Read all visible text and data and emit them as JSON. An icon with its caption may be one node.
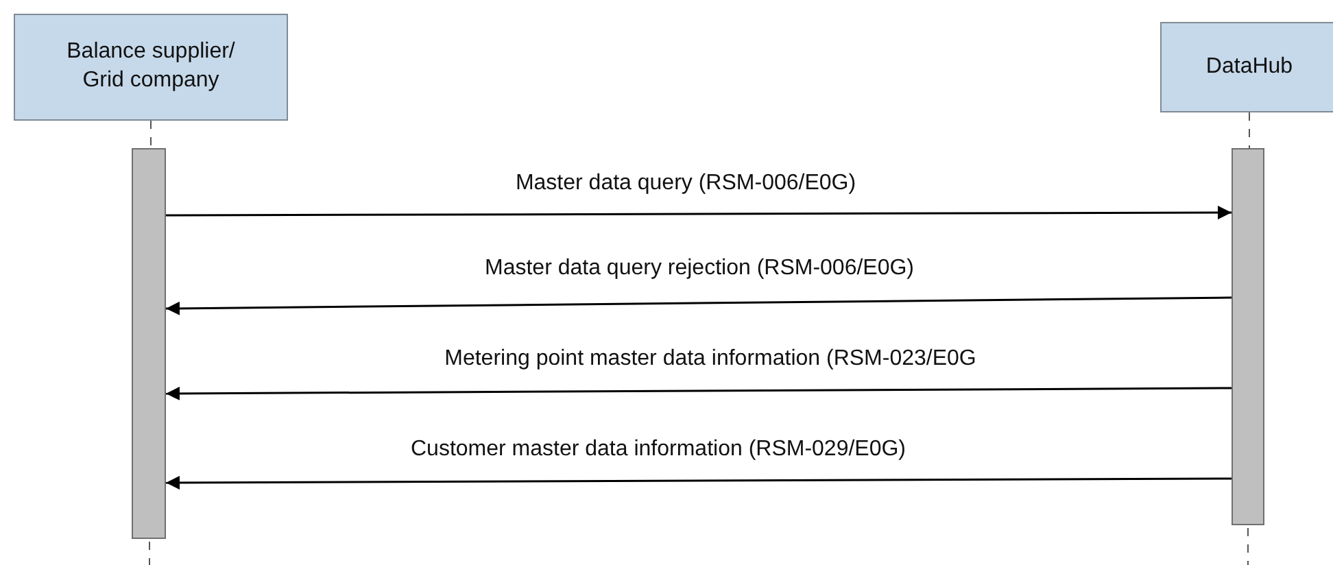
{
  "diagram": {
    "nodes": [
      {
        "text": [
          "Balance supplier/ Grid company"
        ]
      },
      {
        "text": [
          "DataHub"
        ]
      },
      {
        "text": [],
        "shape": "bar"
      },
      {
        "text": [],
        "shape": "bar"
      }
    ],
    "edges": [
      {
        "from": 0,
        "to": 2,
        "arrow": "none",
        "style": "dashed"
      },
      {
        "from": 1,
        "to": 3,
        "arrow": "none",
        "style": "dashed"
      },
      {
        "from": 2,
        "to": 3,
        "arrow": "to",
        "label": "Master data query (RSM-006/E0G)"
      },
      {
        "from": 3,
        "to": 2,
        "arrow": "to",
        "label": "Master data query rejection (RSM-006/E0G)"
      },
      {
        "from": 3,
        "to": 2,
        "arrow": "to",
        "label": "Metering point master data information (RSM-023/E0G"
      },
      {
        "from": 3,
        "to": 2,
        "arrow": "to",
        "label": "Customer master data information (RSM-029/E0G)"
      }
    ]
  }
}
